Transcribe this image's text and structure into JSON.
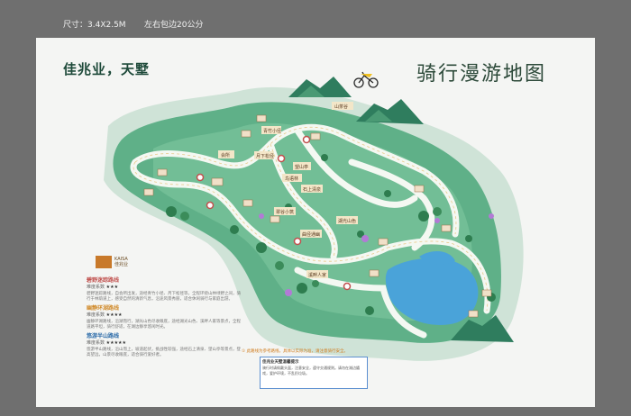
{
  "spec": {
    "size": "尺寸：3.4X2.5M",
    "margin": "左右包边20公分"
  },
  "brand": "佳兆业，天墅",
  "title": "骑行漫游地图",
  "logo": {
    "brand_en": "KAISA",
    "brand_cn": "佳兆业"
  },
  "map": {
    "labels": [
      "山茶谷",
      "会所",
      "青竹小径",
      "月下松径",
      "鸟语林",
      "石上清泉",
      "翠谷小筑",
      "湖光山色",
      "曲径通幽",
      "溪畔人家",
      "望山亭"
    ]
  },
  "routes": [
    {
      "name": "碧野迷踪路线",
      "rating_label": "难度系数",
      "stars": "★★★",
      "color": "#c0504d",
      "desc": "碧野迷踪路线，自会所出发，途经青竹小径、月下松径等，全程环绕山林绿野之间，骑行于林荫道上，感受自然的清新气息，沿途风景秀丽，适合休闲骑行与家庭出游。"
    },
    {
      "name": "幽静环湖路线",
      "rating_label": "难度系数",
      "stars": "★★★★",
      "color": "#d08a2a",
      "desc": "幽静环湖路线，沿湖而行，湖光山色尽收眼底，途经湖光山色、溪畔人家等景点，全程道路平坦，骑行舒适，在湖边静享悠闲时光。"
    },
    {
      "name": "悠游半山路线",
      "rating_label": "难度系数",
      "stars": "★★★★★",
      "color": "#2a6aa8",
      "desc": "悠游半山路线，沿山而上，坡道起伏，挑战性较强，途经石上清泉、望山亭等景点，登高望远，山景尽收眼底，适合骑行爱好者。"
    }
  ],
  "note": "① 此路线为参考路线，具体以实际为准，请注意骑行安全。",
  "notebox": {
    "title": "佳兆业天墅温馨提示",
    "text": "骑行时请佩戴头盔，注意安全，遵守交通规则。请勿在湖边嬉戏，爱护环境，不乱扔垃圾。"
  }
}
